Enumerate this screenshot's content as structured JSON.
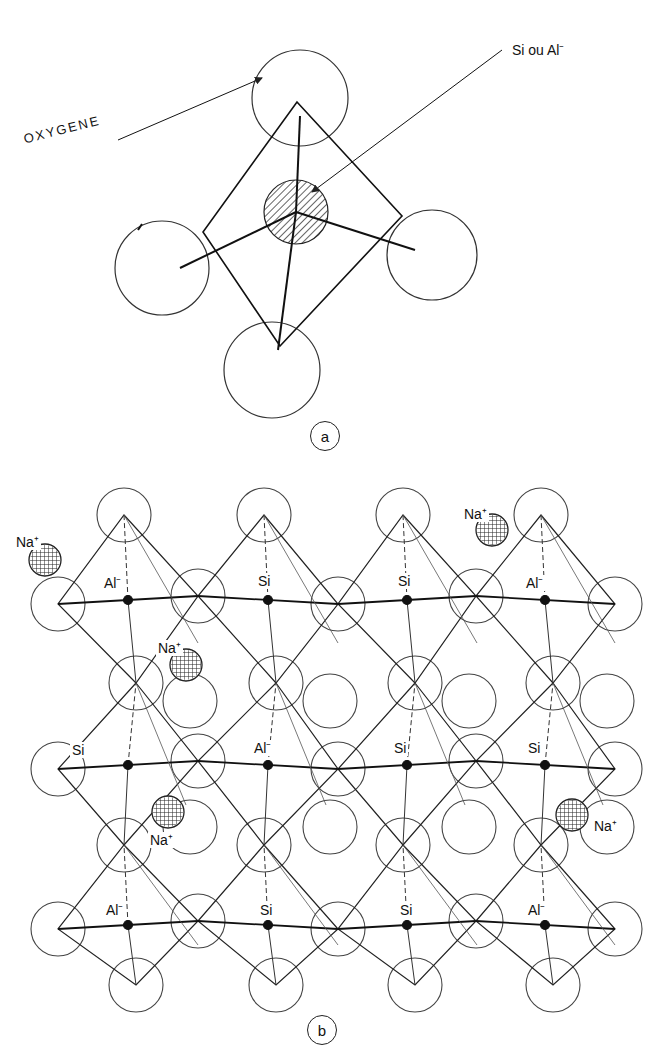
{
  "diagram": {
    "nodes": [
      {
        "text": [
          "a"
        ]
      },
      {
        "text": [
          "b"
        ]
      }
    ],
    "labels": [
      "OXYGENE",
      "Si ou Al⁻",
      "Na⁺",
      "Na⁺",
      "Al⁻",
      "Si",
      "Si",
      "Al⁻",
      "Na⁺",
      "Si",
      "Al⁻",
      "Si",
      "Si",
      "Na⁺",
      "Na⁺",
      "Al⁻",
      "Si",
      "Si",
      "Al⁻"
    ]
  }
}
